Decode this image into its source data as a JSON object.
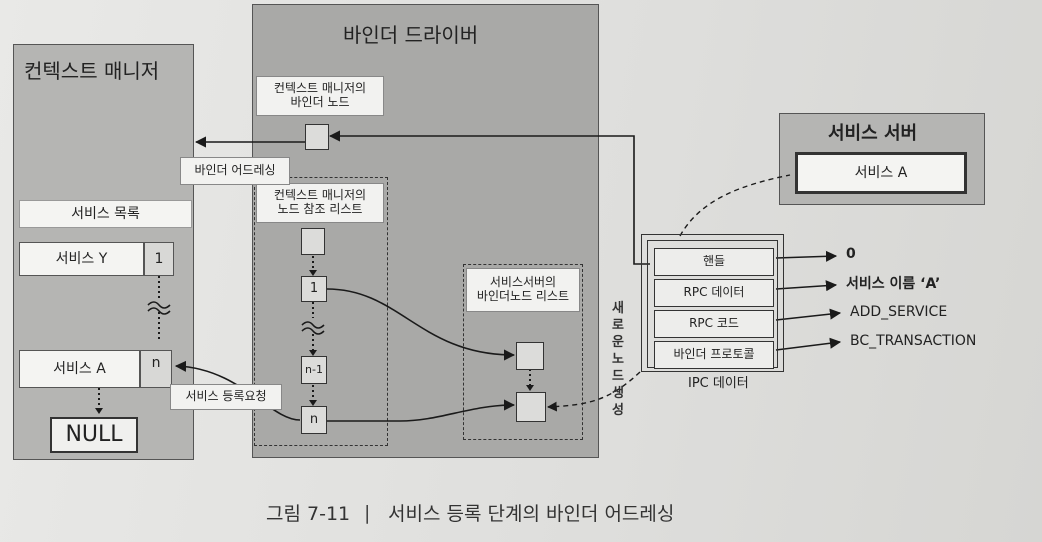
{
  "context_manager": {
    "title": "컨텍스트 매니저",
    "service_list_label": "서비스 목록",
    "service_y": "서비스 Y",
    "service_y_handle": "1",
    "service_a": "서비스 A",
    "service_a_handle": "n",
    "null_label": "NULL"
  },
  "binder_driver": {
    "title": "바인더 드라이버",
    "cm_binder_node_label": "컨텍스트 매니저의\n바인더 노드",
    "node_ref_list_label": "컨텍스트 매니저의\n노드 참조 리스트",
    "ref_first": "1",
    "ref_n_minus_1": "n-1",
    "ref_n": "n",
    "server_node_list_label": "서비스서버의\n바인더노드 리스트"
  },
  "binder_addressing_label": "바인더 어드레싱",
  "service_registration_label": "서비스 등록요청",
  "new_node_creation_label": "새로운 노드생성",
  "service_server": {
    "title": "서비스 서버",
    "service_a": "서비스 A"
  },
  "ipc_data": {
    "caption": "IPC 데이터",
    "rows": [
      "핸들",
      "RPC 데이터",
      "RPC 코드",
      "바인더 프로토콜"
    ],
    "values": [
      "0",
      "서비스 이름 ‘A’",
      "ADD_SERVICE",
      "BC_TRANSACTION"
    ]
  },
  "figure_caption": {
    "number": "그림 7-11",
    "separator": "|",
    "text": "서비스 등록 단계의 바인더 어드레싱"
  }
}
